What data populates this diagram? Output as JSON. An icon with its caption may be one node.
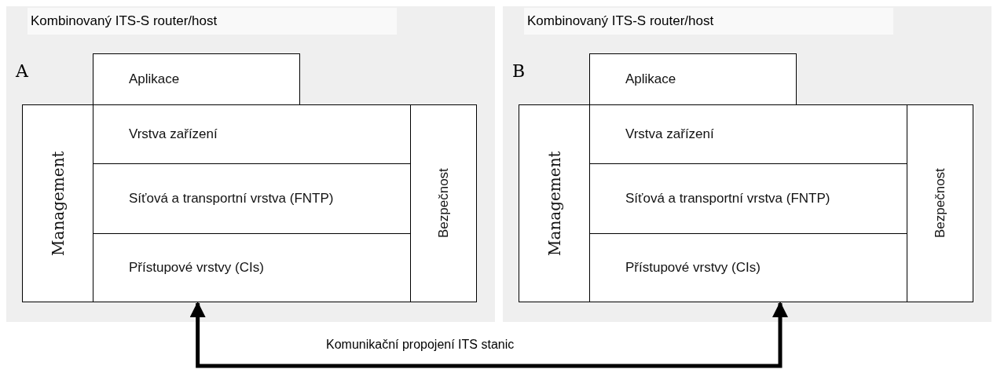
{
  "diagram": {
    "nodes": [
      {
        "text": [
          "Kombinovaný ITS-S router/host",
          "A"
        ]
      },
      {
        "text": [
          "Aplikace"
        ],
        "in": 0
      },
      {
        "text": [
          "Management"
        ],
        "in": 0
      },
      {
        "text": [
          "Vrstva zařízení"
        ],
        "in": 0
      },
      {
        "text": [
          "Síťová a transportní vrstva (FNTP)"
        ],
        "in": 0
      },
      {
        "text": [
          "Přístupové vrstvy (CIs)"
        ],
        "in": 0
      },
      {
        "text": [
          "Bezpečnost"
        ],
        "in": 0
      },
      {
        "text": [
          "Kombinovaný ITS-S router/host",
          "B"
        ]
      },
      {
        "text": [
          "Aplikace"
        ],
        "in": 7
      },
      {
        "text": [
          "Management"
        ],
        "in": 7
      },
      {
        "text": [
          "Vrstva zařízení"
        ],
        "in": 7
      },
      {
        "text": [
          "Síťová a transportní vrstva (FNTP)"
        ],
        "in": 7
      },
      {
        "text": [
          "Přístupové vrstvy (CIs)"
        ],
        "in": 7
      },
      {
        "text": [
          "Bezpečnost"
        ],
        "in": 7
      }
    ],
    "edges": [
      {
        "from": 5,
        "to": 12,
        "arrow": "both",
        "label": "Komunikační propojení ITS stanic"
      }
    ]
  }
}
